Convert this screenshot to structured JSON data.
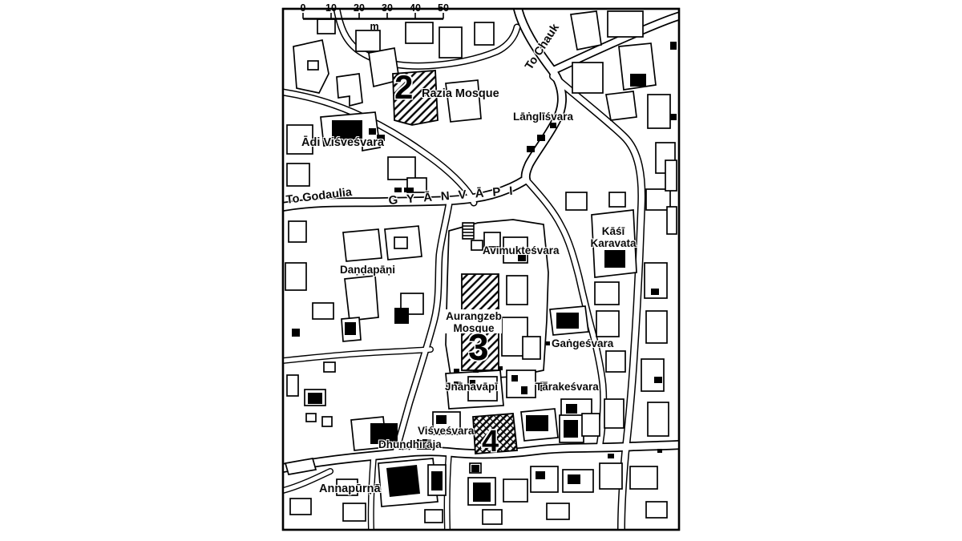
{
  "page": {
    "background": "#ffffff",
    "ink": "#000000",
    "halo": "#ffffff",
    "description": "Black-and-white street map of the Gyanvapi area, Varanasi, with numbered mosque sites and temple labels"
  },
  "map": {
    "scale_bar": {
      "ticks": [
        "0",
        "10",
        "20",
        "30",
        "40",
        "50"
      ],
      "unit": "m"
    },
    "roads": {
      "to_chauk": "To Chauk",
      "to_godaulia": "To Godaulia",
      "gyanvapi_street": "GYĀNVĀPI"
    },
    "sites": {
      "razia": {
        "number": "2",
        "name": "Razia Mosque"
      },
      "aurangzeb": {
        "number": "3",
        "name_line1": "Aurangzeb",
        "name_line2": "Mosque"
      },
      "site4": {
        "number": "4"
      }
    },
    "places": {
      "langlisvara": "Lāṅglīśvara",
      "adi_visvesvara": "Ādi Viśveśvara",
      "avimuktesvara": "Avimukteśvara",
      "kasi_karavata_line1": "Kāśī",
      "kasi_karavata_line2": "Karavata",
      "dandapani": "Daṇḍapāṇi",
      "gangesvara": "Gaṅgeśvara",
      "jnanavapi": "Jnānavāpī",
      "tarakesvara": "Tārakeśvara",
      "visvesvara": "Viśveśvara",
      "dhundhiraja": "Dhuṇḍhirāja",
      "annapurna": "Annapūrṇā"
    }
  }
}
